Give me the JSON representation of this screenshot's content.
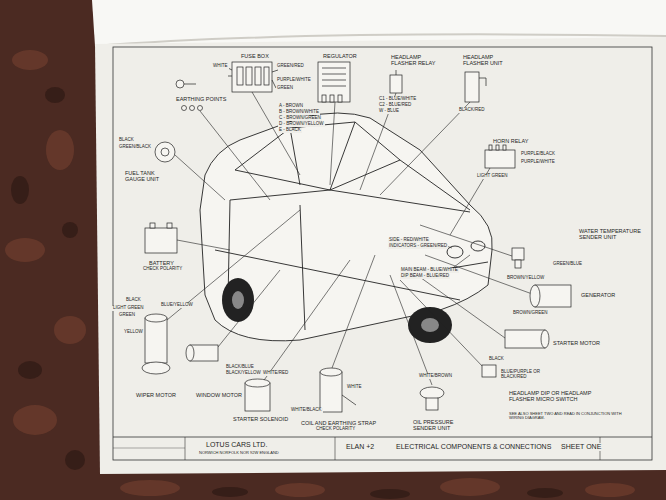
{
  "diagram": {
    "title": "ELECTRICAL COMPONENTS & CONNECTIONS",
    "labels": [
      "FUSE BOX",
      "WHITE",
      "GREEN/RED",
      "PURPLE/WHITE",
      "GREEN",
      "A - BROWN",
      "B - BROWN/WHITE",
      "C - BROWN/GREEN",
      "D - BROWN/YELLOW",
      "E - BLACK",
      "REGULATOR",
      "HEADLAMP FLASHER RELAY",
      "C1 - BLUE/WHITE",
      "C2 - BLUE/RED",
      "W - BLUE",
      "HEADLAMP FLASHER UNIT",
      "BLACK/RED",
      "HORN RELAY",
      "PURPLE/BLACK",
      "PURPLE/WHITE",
      "LIGHT GREEN",
      "EARTHING POINTS",
      "BLACK",
      "GREEN/BLACK",
      "FUEL TANK GAUGE UNIT",
      "BATTERY",
      "CHECK POLARITY",
      "BLACK",
      "BLUE/YELLOW",
      "LIGHT GREEN",
      "GREEN",
      "YELLOW",
      "WIPER MOTOR",
      "BLACK/BLUE",
      "BLACK/YELLOW",
      "WINDOW MOTOR",
      "WHITE/RED",
      "STARTER SOLENOID",
      "WHITE",
      "WHITE/BLACK",
      "COIL AND EARTHING STRAP",
      "CHECK POLARITY",
      "WHITE/BROWN",
      "OIL PRESSURE SENDER UNIT",
      "BLACK",
      "BLUE/PURPLE OR BLACK/RED",
      "HEADLAMP DIP OR HEADLAMP FLASHER MICRO SWITCH",
      "SEE ALSO SHEET TWO AND READ IN CONJUNCTION WITH WIRING DIAGRAM.",
      "STARTER MOTOR",
      "GENERATOR",
      "BROWN/YELLOW",
      "BROWN/GREEN",
      "WATER TEMPERATURE SENDER UNIT",
      "GREEN/BLUE",
      "SIDE - RED/WHITE",
      "INDICATORS - GREEN/RED",
      "MAIN BEAM - BLUE/WHITE",
      "DIP BEAM - BLUE/RED",
      "LOTUS CARS LTD.",
      "NORWICH NORFOLK NOR 92W ENGLAND",
      "ELAN +2",
      "SHEET ONE"
    ]
  }
}
